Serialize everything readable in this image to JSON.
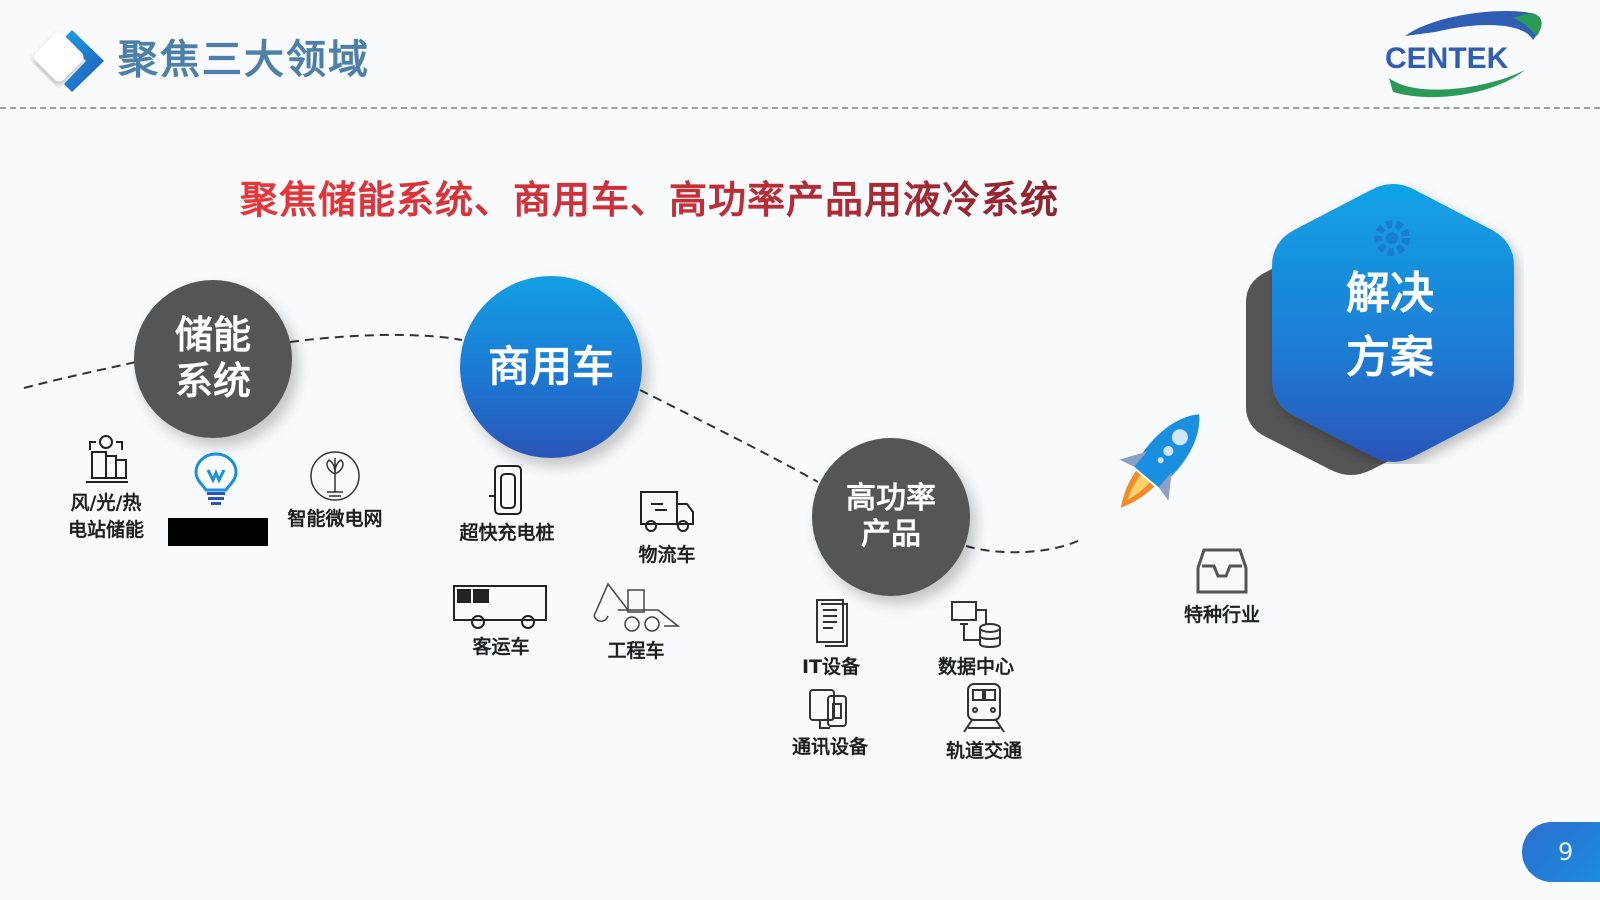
{
  "header": {
    "title": "聚焦三大领域",
    "logo_text": "CENTEK"
  },
  "subtitle": "聚焦储能系统、商用车、高功率产品用液冷系统",
  "colors": {
    "title_blue": "#4d80a8",
    "subtitle_red": "#e8373a",
    "subtitle_dark_red": "#8e2530",
    "node_gray": "#555555",
    "node_blue": "#1c78d2",
    "logo_blue": "#2f5eb4",
    "logo_green": "#2c9a57"
  },
  "nodes": {
    "storage": {
      "label": "储能\n系统"
    },
    "commercial": {
      "label": "商用车"
    },
    "high_power": {
      "label": "高功率\n产品"
    },
    "solution": {
      "label": "解决\n方案"
    }
  },
  "storage_items": [
    {
      "label": "风/光/热\n电站储能",
      "icon": "power-station-icon"
    },
    {
      "label": "",
      "icon": "lightbulb-icon",
      "redacted": true
    },
    {
      "label": "智能微电网",
      "icon": "eco-bulb-icon"
    }
  ],
  "commercial_items": [
    {
      "label": "超快充电桩",
      "icon": "charging-pile-icon"
    },
    {
      "label": "物流车",
      "icon": "delivery-truck-icon"
    },
    {
      "label": "客运车",
      "icon": "coach-bus-icon"
    },
    {
      "label": "工程车",
      "icon": "excavator-icon"
    }
  ],
  "high_power_items": [
    {
      "label": "IT设备",
      "icon": "document-icon"
    },
    {
      "label": "数据中心",
      "icon": "data-center-icon"
    },
    {
      "label": "通讯设备",
      "icon": "communication-device-icon"
    },
    {
      "label": "轨道交通",
      "icon": "train-icon"
    }
  ],
  "special_items": [
    {
      "label": "特种行业",
      "icon": "inbox-tray-icon"
    }
  ],
  "footer": {
    "page_number": "9"
  }
}
